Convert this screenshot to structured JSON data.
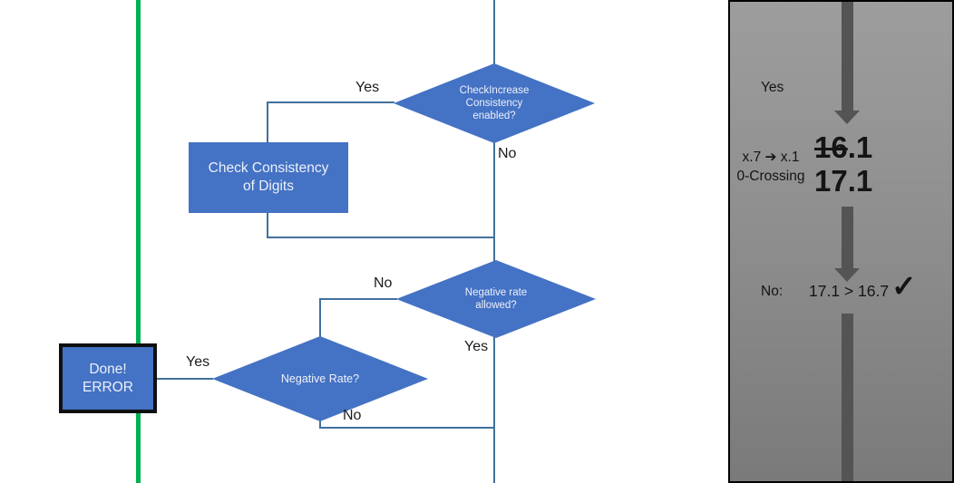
{
  "colors": {
    "shape_blue": "#4472C4",
    "connector_blue": "#41719C",
    "green_line": "#00B050",
    "arrow_gray": "#545454",
    "panel_gradient_top": "#9D9D9D",
    "panel_gradient_bottom": "#7A7A7A"
  },
  "flowchart": {
    "decision_check_increase": {
      "lines": [
        "CheckIncrease",
        "Consistency",
        "enabled?"
      ],
      "yes_label": "Yes",
      "no_label": "No"
    },
    "process_check_consistency": {
      "lines": [
        "Check Consistency",
        "of Digits"
      ]
    },
    "decision_negative_allowed": {
      "lines": [
        "Negative rate",
        "allowed?"
      ],
      "no_label": "No",
      "yes_label": "Yes"
    },
    "decision_negative_rate": {
      "label": "Negative Rate?",
      "yes_label": "Yes",
      "no_label": "No"
    },
    "terminal_done": {
      "lines": [
        "Done!",
        "ERROR"
      ]
    }
  },
  "panel": {
    "yes_label": "Yes",
    "annotation": {
      "line1": "x.7 ➔ x.1",
      "line2": "0-Crossing"
    },
    "old_value": {
      "struck": "16",
      "rest": ".1"
    },
    "new_value": "17.1",
    "result": {
      "no_label": "No:",
      "comparison": "17.1 > 16.7",
      "checkmark": "✓"
    }
  }
}
